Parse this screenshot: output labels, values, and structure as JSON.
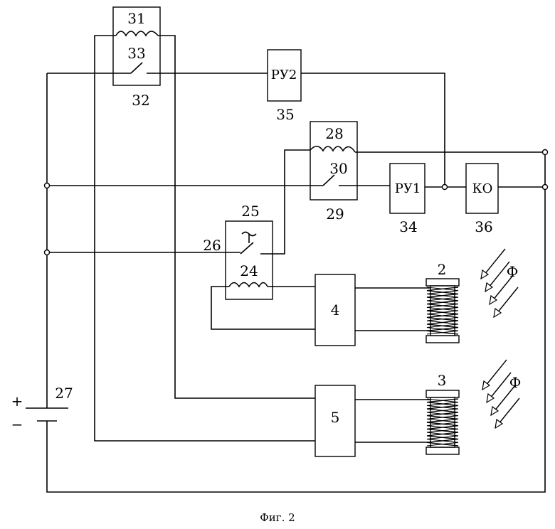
{
  "caption": "Фиг. 2",
  "labels": {
    "relay31_coil": "31",
    "relay31_contact": "33",
    "relay31_block": "32",
    "ru2_box": "РУ2",
    "ru2_num": "35",
    "relay28_coil": "28",
    "relay28_contact": "30",
    "relay28_block": "29",
    "ru1_box": "РУ1",
    "ru1_num": "34",
    "ko_box": "КО",
    "ko_num": "36",
    "relay25_block": "25",
    "relay25_contact": "26",
    "relay25_coil": "24",
    "box4": "4",
    "box5": "5",
    "coil2": "2",
    "coil3": "3",
    "flux_top": "Ф",
    "flux_bottom": "Ф",
    "battery_num": "27",
    "battery_plus": "+",
    "battery_minus": "−"
  }
}
